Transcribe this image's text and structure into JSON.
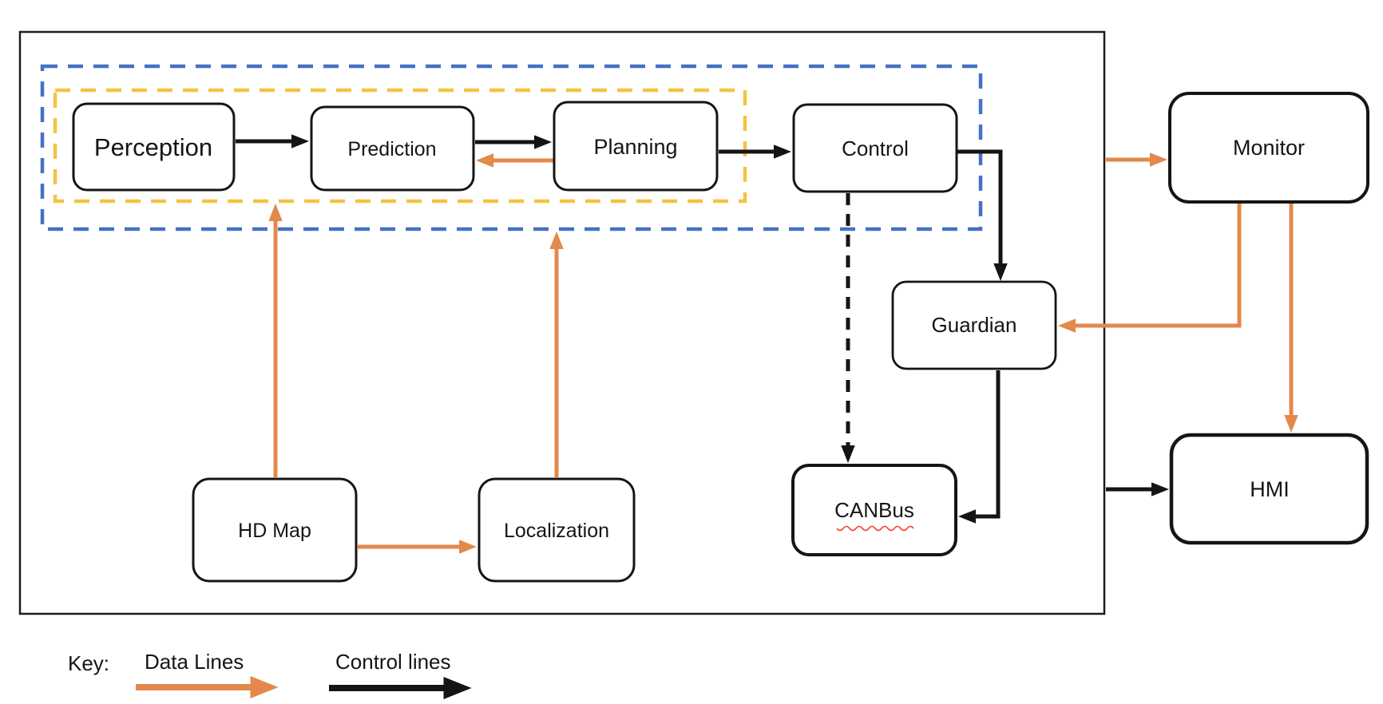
{
  "colors": {
    "data_line": "#E2894B",
    "control_line": "#141414",
    "pipeline_outline": "#4472C4",
    "inner_outline": "#F5C342",
    "spellcheck_line": "#F3392C"
  },
  "nodes": {
    "perception": {
      "label": "Perception"
    },
    "prediction": {
      "label": "Prediction"
    },
    "planning": {
      "label": "Planning"
    },
    "control": {
      "label": "Control"
    },
    "guardian": {
      "label": "Guardian"
    },
    "canbus": {
      "label": "CANBus",
      "spellcheck_underline": true
    },
    "hdmap": {
      "label": "HD Map"
    },
    "localization": {
      "label": "Localization"
    },
    "monitor": {
      "label": "Monitor"
    },
    "hmi": {
      "label": "HMI"
    }
  },
  "edges": [
    {
      "from": "perception",
      "to": "prediction",
      "type": "control"
    },
    {
      "from": "prediction",
      "to": "planning",
      "type": "control"
    },
    {
      "from": "planning",
      "to": "prediction",
      "type": "data"
    },
    {
      "from": "planning",
      "to": "control",
      "type": "control"
    },
    {
      "from": "control",
      "to": "guardian",
      "type": "control"
    },
    {
      "from": "control",
      "to": "canbus",
      "type": "control-dashed"
    },
    {
      "from": "guardian",
      "to": "canbus",
      "type": "control"
    },
    {
      "from": "hdmap",
      "to": "perception",
      "type": "data"
    },
    {
      "from": "hdmap",
      "to": "localization",
      "type": "data"
    },
    {
      "from": "localization",
      "to": "planning",
      "type": "data"
    },
    {
      "from": "system",
      "to": "monitor",
      "type": "data"
    },
    {
      "from": "monitor",
      "to": "guardian",
      "type": "data"
    },
    {
      "from": "monitor",
      "to": "hmi",
      "type": "data"
    },
    {
      "from": "system",
      "to": "hmi",
      "type": "control"
    }
  ],
  "legend": {
    "key_label": "Key:",
    "items": [
      {
        "label": "Data Lines",
        "type": "data"
      },
      {
        "label": "Control lines",
        "type": "control"
      }
    ]
  }
}
